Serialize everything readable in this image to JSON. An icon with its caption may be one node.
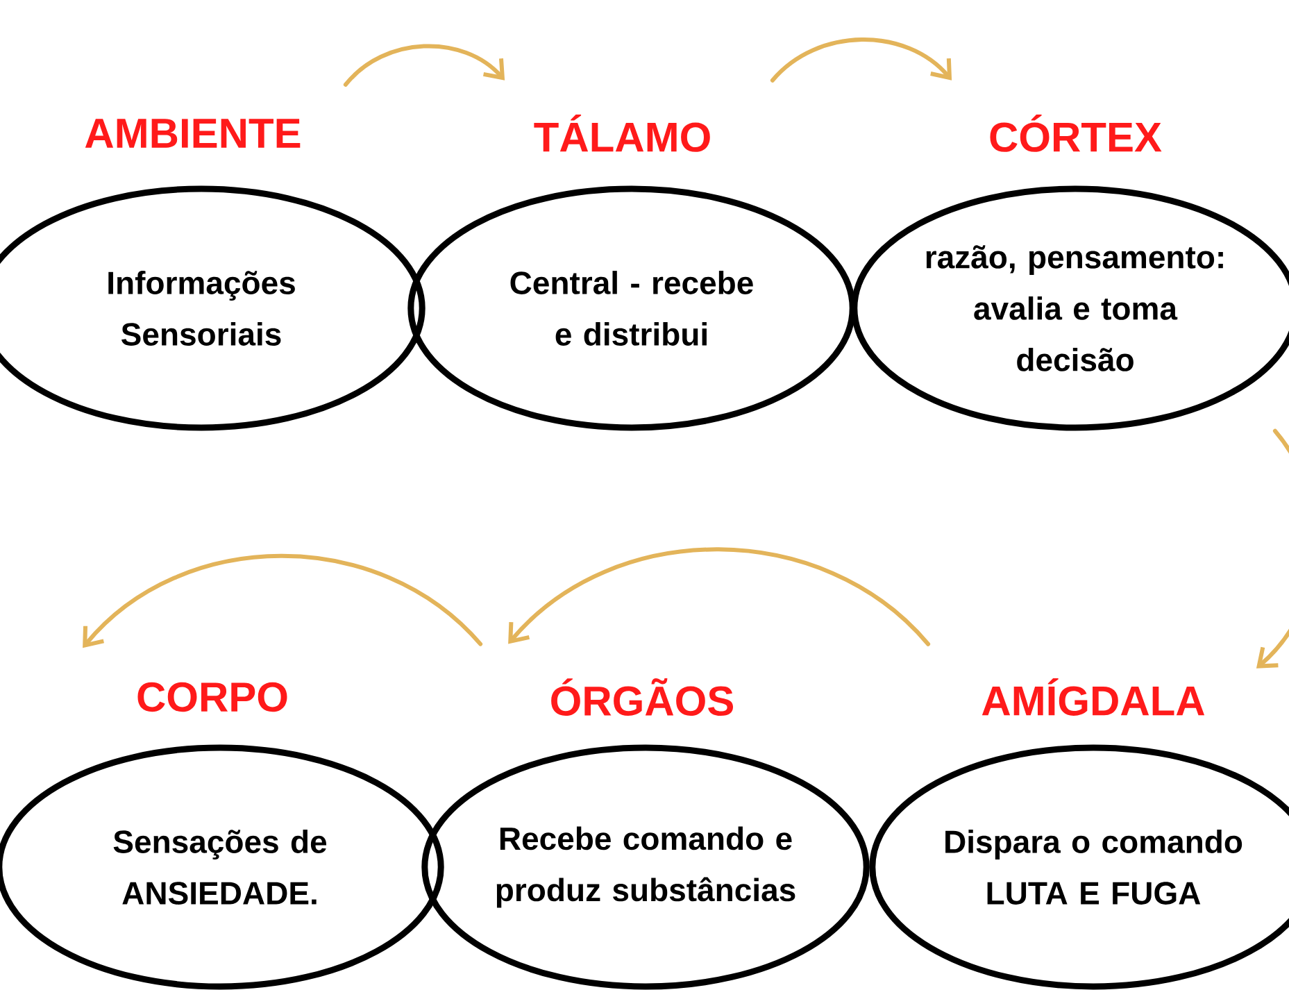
{
  "diagram": {
    "nodes": [
      {
        "text": [
          "AMBIENTE",
          "Informações Sensoriais"
        ]
      },
      {
        "text": [
          "TÁLAMO",
          "Central - recebe e distribui"
        ]
      },
      {
        "text": [
          "CÓRTEX",
          "razão, pensamento: avalia e toma decisão"
        ]
      },
      {
        "text": [
          "CORPO",
          "Sensações de ANSIEDADE."
        ]
      },
      {
        "text": [
          "ÓRGÃOS",
          "Recebe comando e produz substâncias"
        ]
      },
      {
        "text": [
          "AMÍGDALA",
          "Dispara o comando LUTA E FUGA"
        ]
      }
    ],
    "edges": [
      {
        "from": 0,
        "to": 1,
        "arrow": "to"
      },
      {
        "from": 1,
        "to": 2,
        "arrow": "to"
      },
      {
        "from": 2,
        "to": 5,
        "arrow": "to"
      },
      {
        "from": 5,
        "to": 4,
        "arrow": "to"
      },
      {
        "from": 4,
        "to": 3,
        "arrow": "to"
      }
    ]
  }
}
